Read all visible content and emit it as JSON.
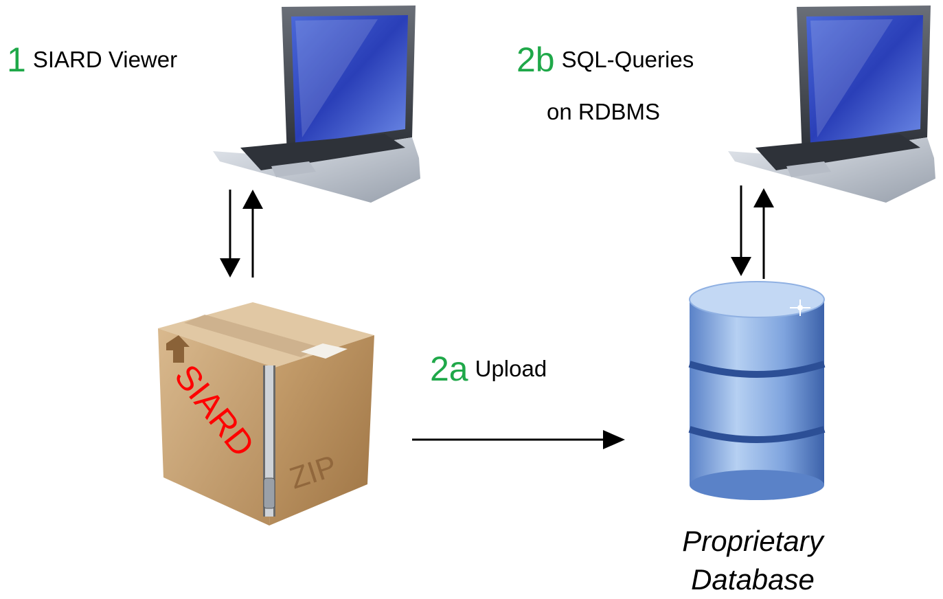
{
  "step1": {
    "number": "1",
    "text": "SIARD Viewer"
  },
  "step2b": {
    "number": "2b",
    "text_line1": "SQL-Queries",
    "text_line2": "on RDBMS"
  },
  "step2a": {
    "number": "2a",
    "text": "Upload"
  },
  "box": {
    "label": "SIARD",
    "stamp": "ZIP"
  },
  "database": {
    "caption_line1": "Proprietary",
    "caption_line2": "Database"
  },
  "colors": {
    "step_number": "#1fa849",
    "siard_label": "#ff0000",
    "arrow": "#000000"
  }
}
